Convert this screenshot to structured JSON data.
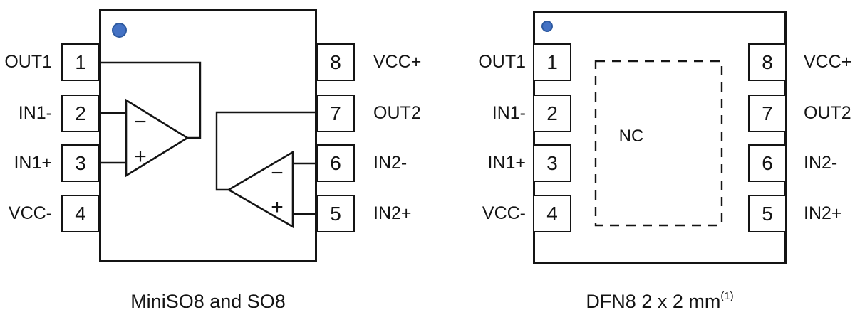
{
  "figure": {
    "background": "#ffffff",
    "line_color": "#141414",
    "pin1_dot": {
      "fill": "#4472C4",
      "border": "#2E5AA0"
    },
    "diagrams": [
      {
        "name": "dual-opamp-so8-pinout",
        "caption": "MiniSO8 and SO8",
        "caption_superscript": "",
        "pins_left": [
          {
            "num": "1",
            "label": "OUT1"
          },
          {
            "num": "2",
            "label": "IN1-"
          },
          {
            "num": "3",
            "label": "IN1+"
          },
          {
            "num": "4",
            "label": "VCC-"
          }
        ],
        "pins_right": [
          {
            "num": "8",
            "label": "VCC+"
          },
          {
            "num": "7",
            "label": "OUT2"
          },
          {
            "num": "6",
            "label": "IN2-"
          },
          {
            "num": "5",
            "label": "IN2+"
          }
        ],
        "opamps": [
          {
            "inverting": "−",
            "noninverting": "+"
          },
          {
            "inverting": "−",
            "noninverting": "+"
          }
        ]
      },
      {
        "name": "dfn8-pinout",
        "caption": "DFN8 2 x 2 mm",
        "caption_superscript": "(1)",
        "center_label": "NC",
        "pins_left": [
          {
            "num": "1",
            "label": "OUT1"
          },
          {
            "num": "2",
            "label": "IN1-"
          },
          {
            "num": "3",
            "label": "IN1+"
          },
          {
            "num": "4",
            "label": "VCC-"
          }
        ],
        "pins_right": [
          {
            "num": "8",
            "label": "VCC+"
          },
          {
            "num": "7",
            "label": "OUT2"
          },
          {
            "num": "6",
            "label": "IN2-"
          },
          {
            "num": "5",
            "label": "IN2+"
          }
        ]
      }
    ]
  }
}
